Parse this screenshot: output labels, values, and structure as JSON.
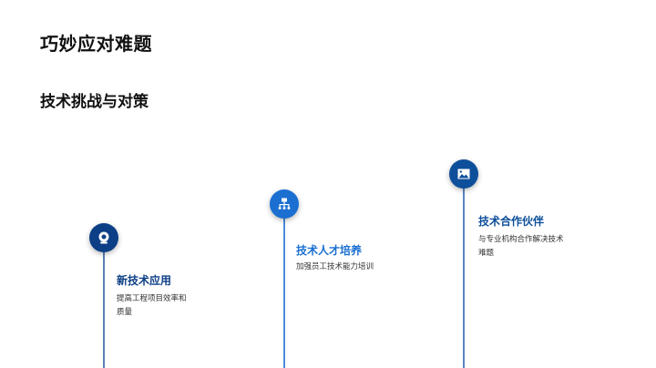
{
  "page": {
    "title": "巧妙应对难题",
    "subtitle": "技术挑战与对策"
  },
  "timeline": [
    {
      "heading": "新技术应用",
      "description": "提高工程项目效率和质量",
      "icon": "webcam-icon",
      "color": "#0d3f86"
    },
    {
      "heading": "技术人才培养",
      "description": "加强员工技术能力培训",
      "icon": "org-chart-icon",
      "color": "#1a6fd1"
    },
    {
      "heading": "技术合作伙伴",
      "description": "与专业机构合作解决技术难题",
      "icon": "image-icon",
      "color": "#0d4f9a"
    }
  ]
}
